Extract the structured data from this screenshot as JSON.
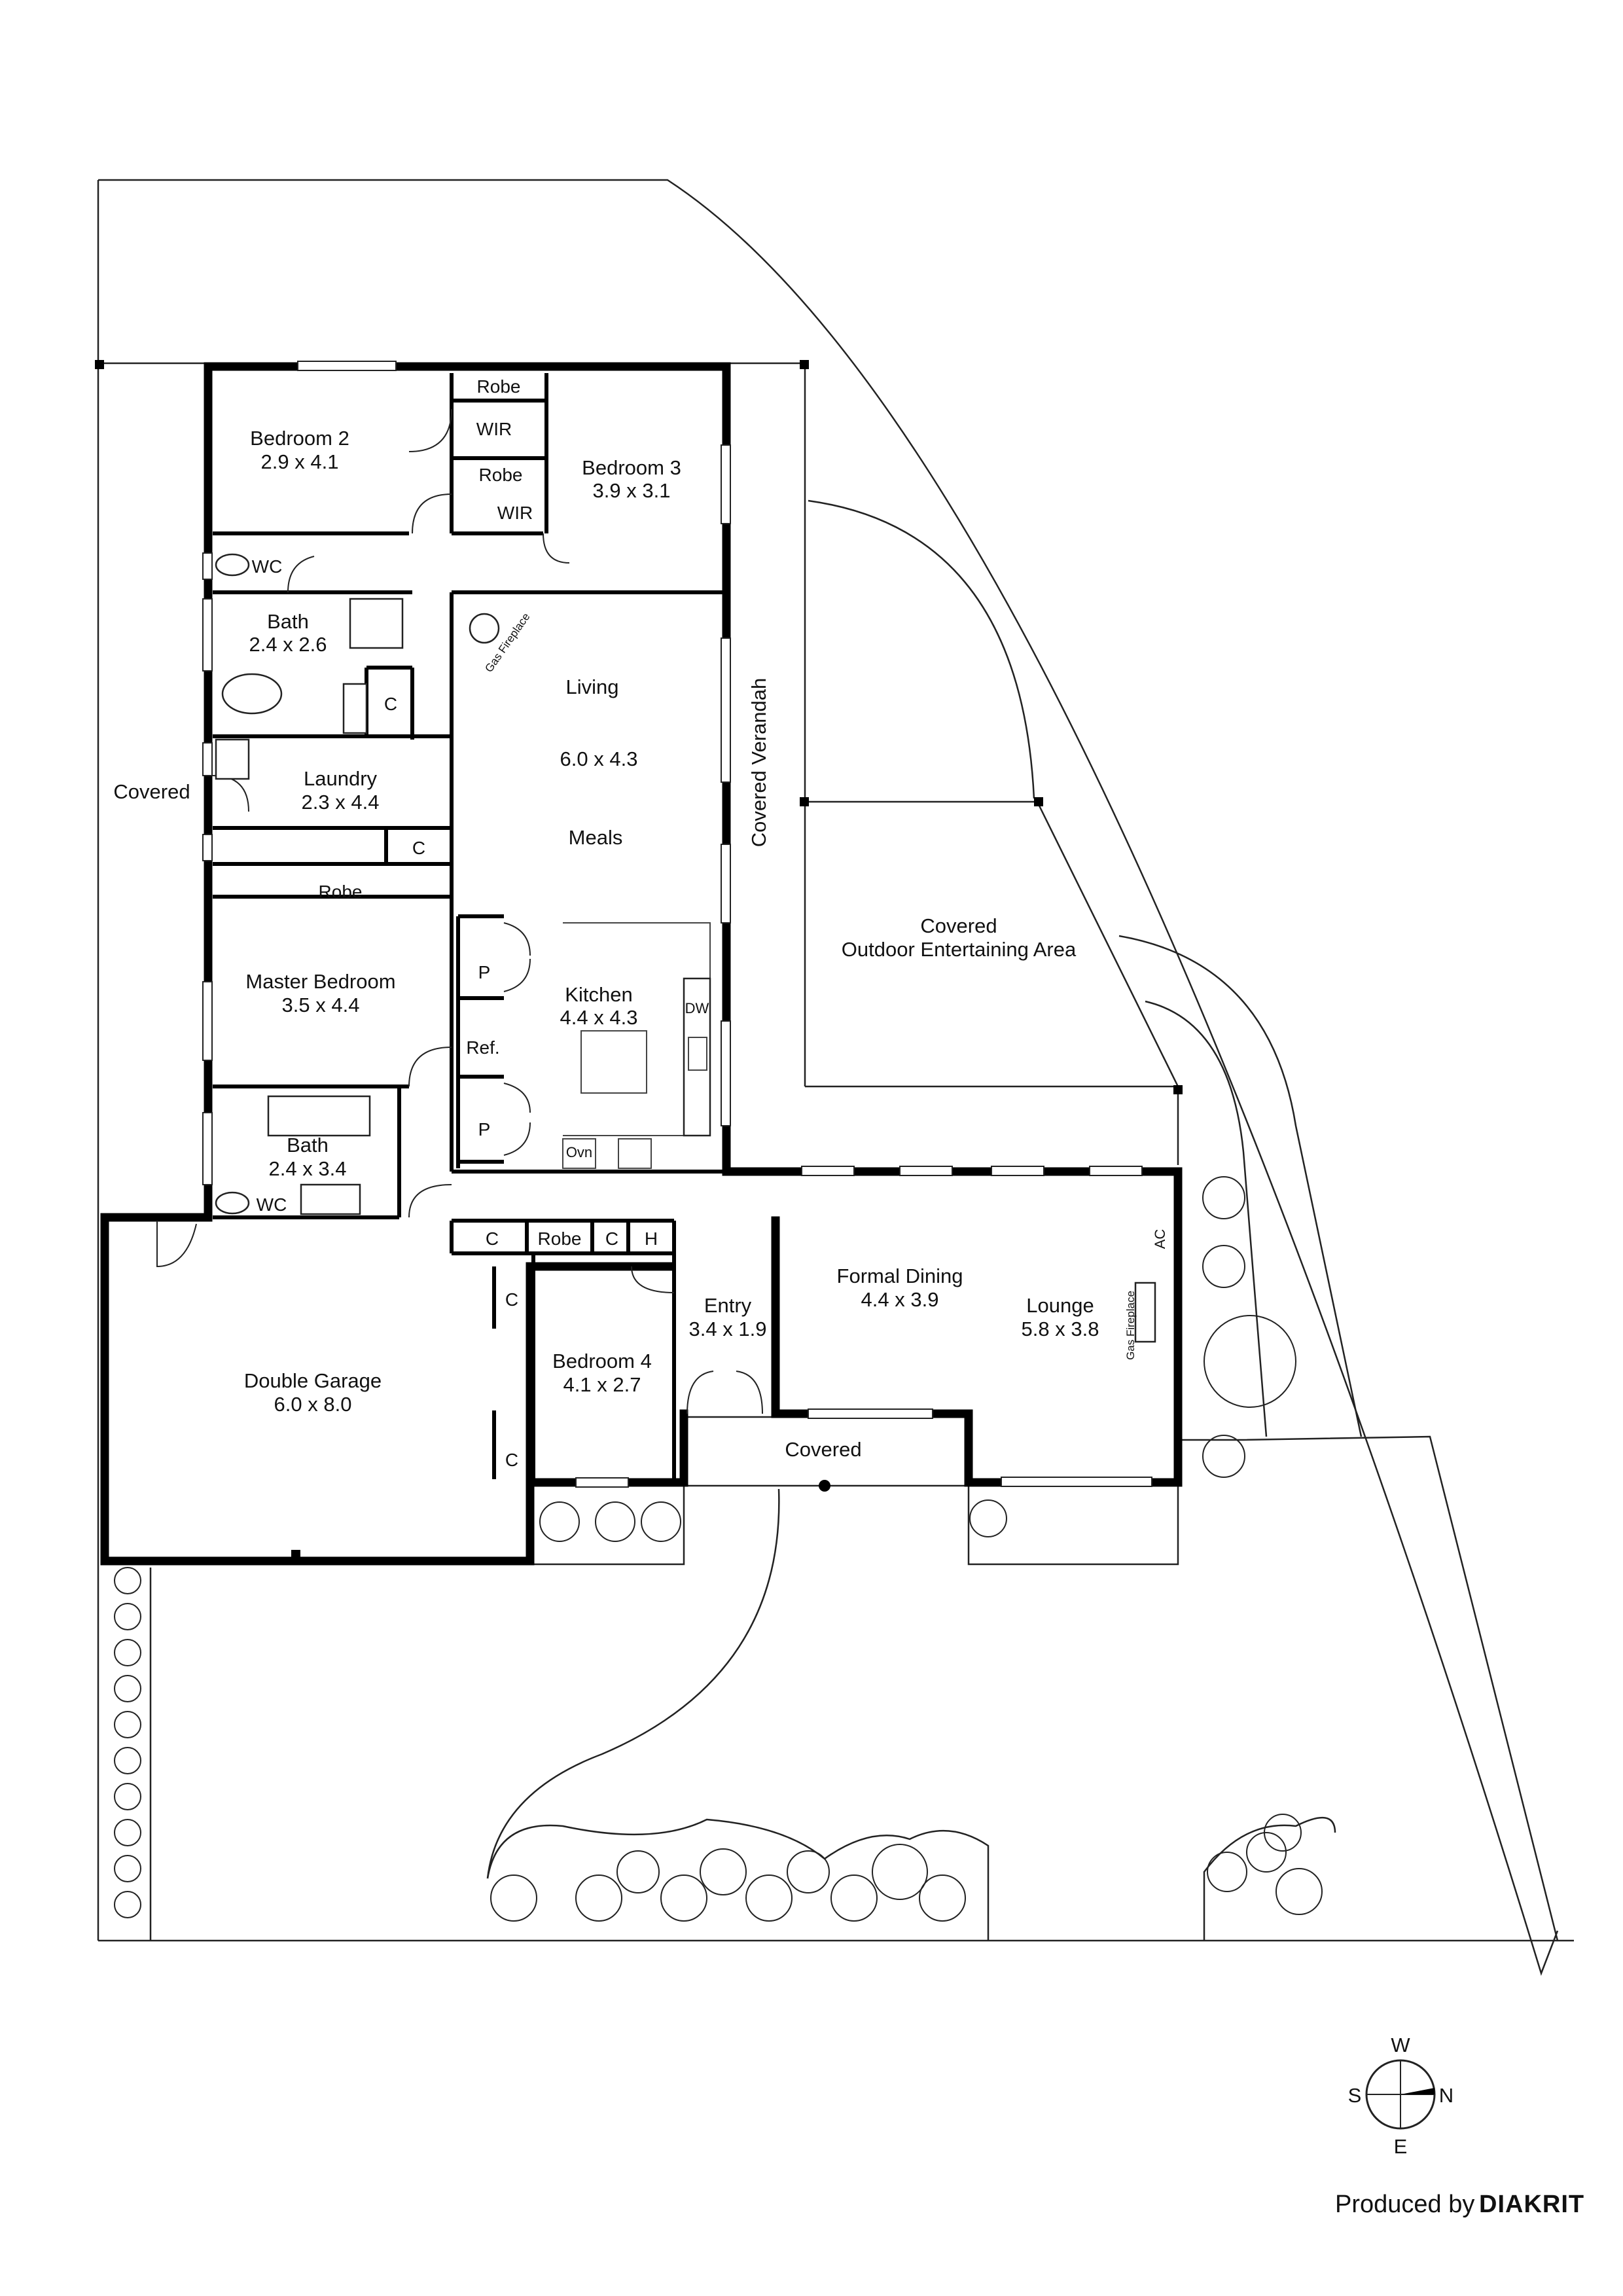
{
  "rooms": {
    "bedroom2": {
      "name": "Bedroom 2",
      "size": "2.9 x 4.1"
    },
    "bedroom3": {
      "name": "Bedroom 3",
      "size": "3.9 x 3.1"
    },
    "bath1": {
      "name": "Bath",
      "size": "2.4 x 2.6"
    },
    "laundry": {
      "name": "Laundry",
      "size": "2.3 x 4.4"
    },
    "living": {
      "name": "Living",
      "size": "6.0 x 4.3"
    },
    "meals": {
      "name": "Meals"
    },
    "kitchen": {
      "name": "Kitchen",
      "size": "4.4 x 4.3"
    },
    "master": {
      "name": "Master Bedroom",
      "size": "3.5 x 4.4"
    },
    "bath2": {
      "name": "Bath",
      "size": "2.4 x 3.4"
    },
    "garage": {
      "name": "Double Garage",
      "size": "6.0 x 8.0"
    },
    "bedroom4": {
      "name": "Bedroom 4",
      "size": "4.1 x 2.7"
    },
    "entry": {
      "name": "Entry",
      "size": "3.4 x 1.9"
    },
    "dining": {
      "name": "Formal Dining",
      "size": "4.4 x 3.9"
    },
    "lounge": {
      "name": "Lounge",
      "size": "5.8 x 3.8"
    },
    "outdoor": {
      "line1": "Covered",
      "line2": "Outdoor Entertaining Area"
    },
    "verandah": {
      "name": "Covered Verandah"
    },
    "covered_west": {
      "name": "Covered"
    },
    "covered_front": {
      "name": "Covered"
    }
  },
  "fixtures": {
    "robe": "Robe",
    "wir": "WIR",
    "wc": "WC",
    "cupboard": "C",
    "pantry": "P",
    "fridge": "Ref.",
    "dishwasher": "DW",
    "oven": "Ovn",
    "hws": "H",
    "ac": "AC",
    "gas_fireplace": "Gas Fireplace"
  },
  "compass": {
    "north": "N",
    "south": "S",
    "east": "E",
    "west": "W"
  },
  "credit": {
    "prefix": "Produced by",
    "brand": "DIAKRIT"
  }
}
